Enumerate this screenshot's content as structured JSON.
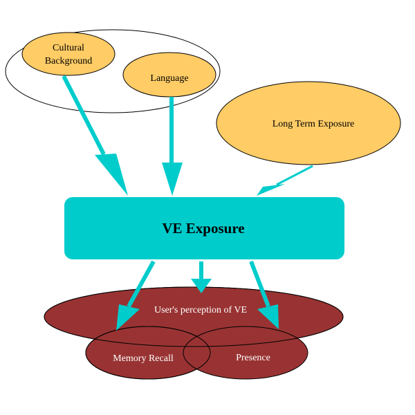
{
  "colors": {
    "accent": "#00CCCC",
    "factor_fill": "#FFCC66",
    "outcome_fill": "#993333",
    "outline": "#000000",
    "outcome_text": "#FFFFFF",
    "text": "#000000"
  },
  "nodes": {
    "group": {
      "label": ""
    },
    "cultural_background": {
      "line1": "Cultural",
      "line2": "Background"
    },
    "language": {
      "label": "Language"
    },
    "long_term_exposure": {
      "label": "Long Term Exposure"
    },
    "ve_exposure": {
      "label": "VE Exposure"
    },
    "perception": {
      "label": "User's perception of VE"
    },
    "memory_recall": {
      "label": "Memory Recall"
    },
    "presence": {
      "label": "Presence"
    }
  },
  "edges": [
    {
      "from": "Cultural Background",
      "to": "VE Exposure"
    },
    {
      "from": "Language",
      "to": "VE Exposure"
    },
    {
      "from": "Long Term Exposure",
      "to": "VE Exposure"
    },
    {
      "from": "VE Exposure",
      "to": "Memory Recall"
    },
    {
      "from": "VE Exposure",
      "to": "User's perception of VE"
    },
    {
      "from": "VE Exposure",
      "to": "Presence"
    }
  ]
}
